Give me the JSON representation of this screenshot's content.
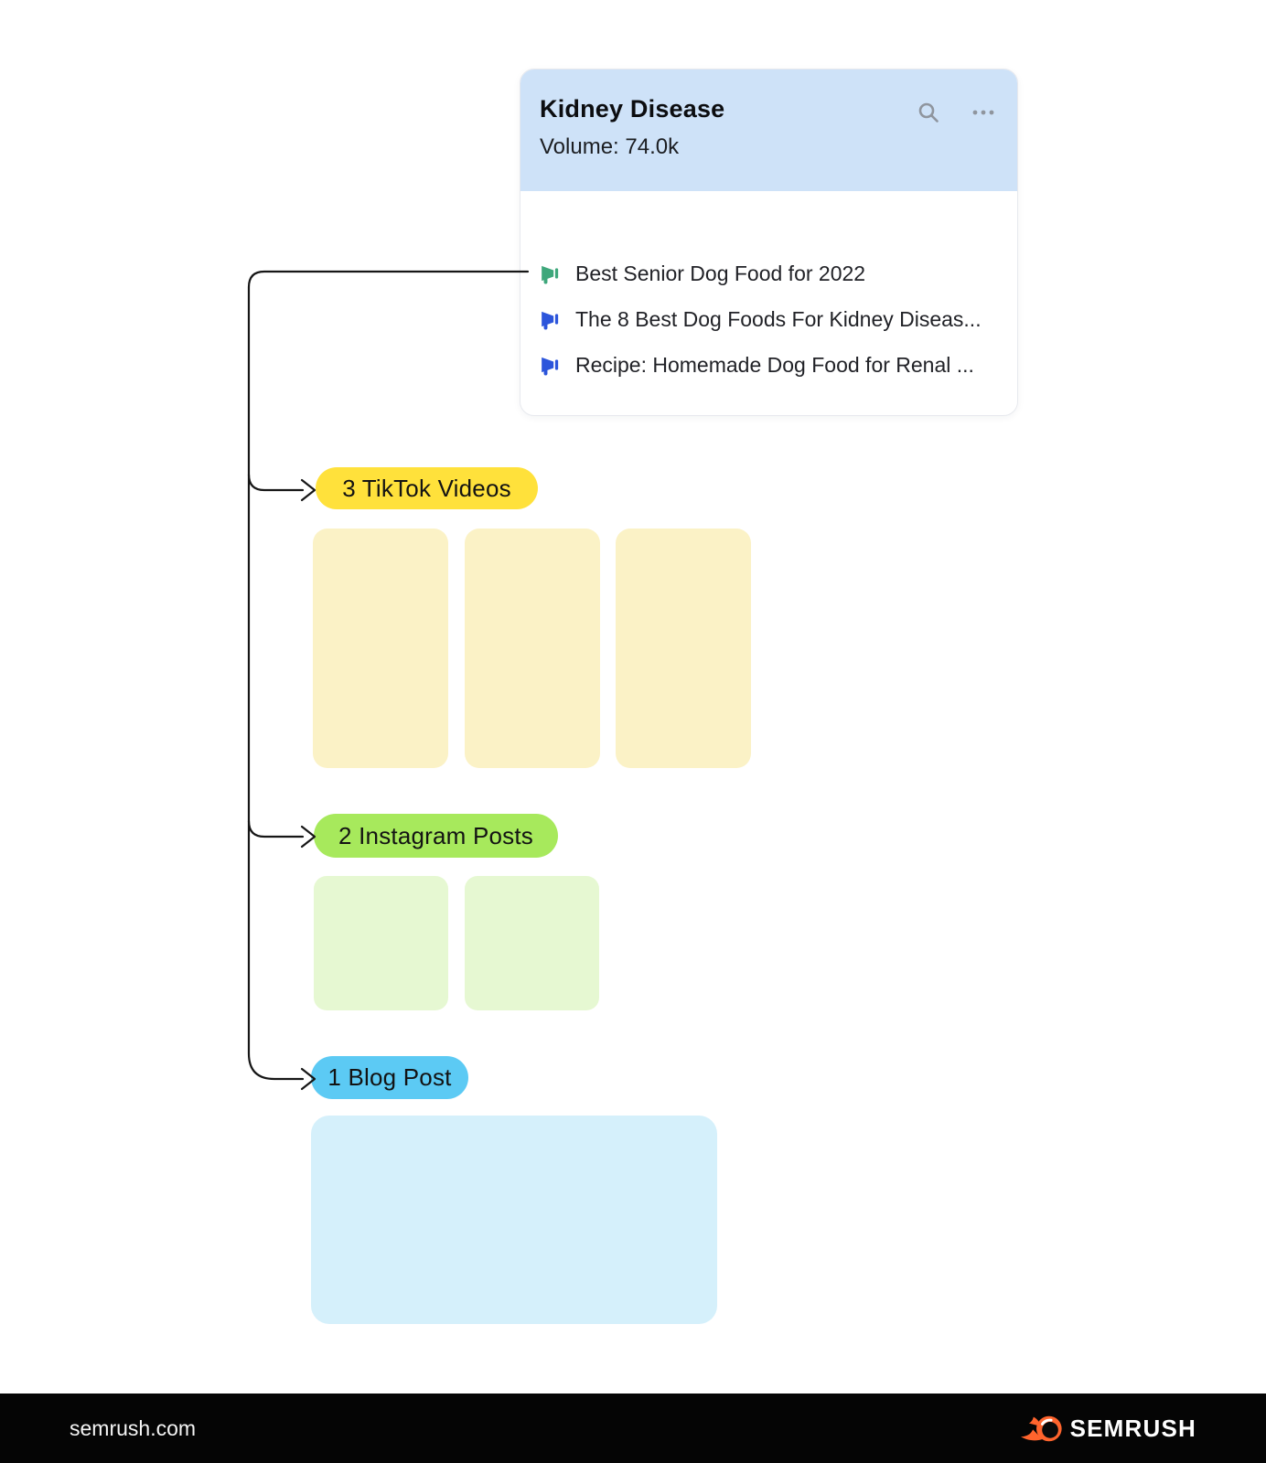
{
  "card": {
    "title": "Kidney Disease",
    "volume": "Volume: 74.0k",
    "items": [
      {
        "title": "Best Senior Dog Food for 2022"
      },
      {
        "title": "The 8 Best Dog Foods For Kidney Diseas..."
      },
      {
        "title": "Recipe: Homemade Dog Food for Renal ..."
      }
    ]
  },
  "branches": {
    "tiktok": {
      "label": "3 TikTok Videos",
      "placeholder_count": 3
    },
    "instagram": {
      "label": "2 Instagram Posts",
      "placeholder_count": 2
    },
    "blog": {
      "label": "1 Blog Post",
      "placeholder_count": 1
    }
  },
  "footer": {
    "site": "semrush.com",
    "brand": "SEMRUSH"
  },
  "icons": {
    "header": [
      "search-icon",
      "more-options-icon"
    ],
    "list_item": "megaphone-icon"
  },
  "colors": {
    "card_header_bg": "#CEE2F8",
    "tiktok_pill": "#FFE13B",
    "tiktok_placeholder": "#FBF2C6",
    "instagram_pill": "#A7E95C",
    "instagram_placeholder": "#E6F8D2",
    "blog_pill": "#5CCAF4",
    "blog_placeholder": "#D5F0FB",
    "megaphone_green": "#3EA77B",
    "megaphone_blue": "#2C55DB",
    "connector_line": "#161616",
    "footer_bg": "#050505",
    "brand_orange": "#FF642D"
  }
}
